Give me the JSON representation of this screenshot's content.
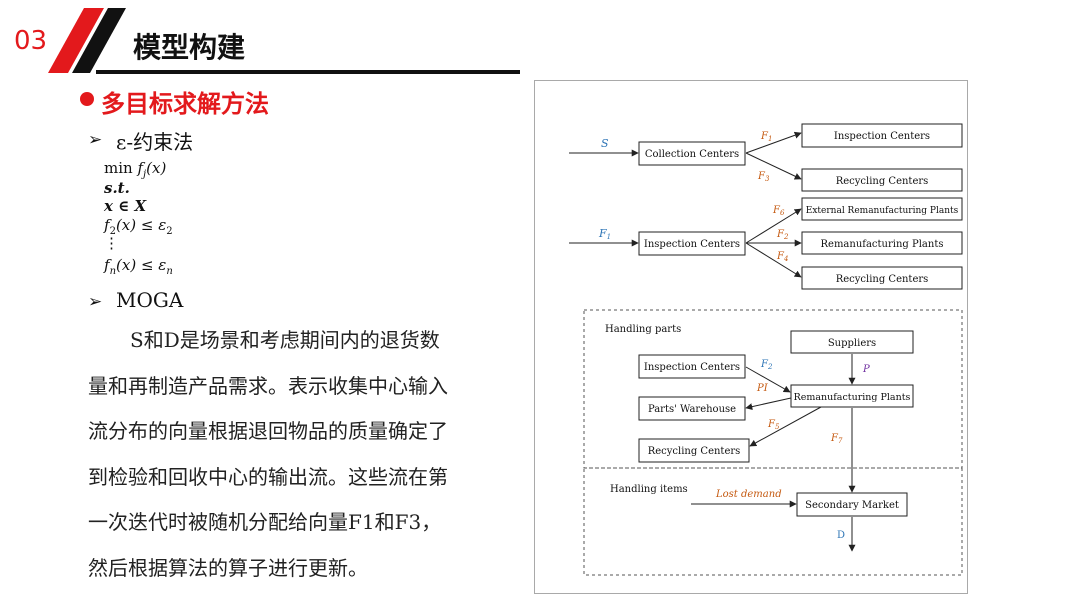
{
  "header": {
    "section_number": "03",
    "title": "模型构建"
  },
  "section": {
    "heading": "多目标求解方法"
  },
  "method1": {
    "label": "ε-约束法",
    "formula": {
      "objective": "min",
      "constraint_label": "s.t.",
      "x_in_X": "x ∈ X",
      "ellipsis": "⋮"
    }
  },
  "method2": {
    "label": "MOGA"
  },
  "paragraph": {
    "lines": [
      "S和D是场景和考虑期间内的退货数",
      "量和再制造产品需求。表示收集中心输入",
      "流分布的向量根据退回物品的质量确定了",
      "到检验和回收中心的输出流。这些流在第",
      "一次迭代时被随机分配给向量F1和F3，",
      "然后根据算法的算子进行更新。"
    ]
  },
  "diagram": {
    "nodes": {
      "collection_centers": "Collection Centers",
      "inspection_centers_top": "Inspection Centers",
      "recycling_centers_top": "Recycling Centers",
      "inspection_centers_mid": "Inspection Centers",
      "external_reman": "External Remanufacturing Plants",
      "reman_plants_mid": "Remanufacturing Plants",
      "recycling_centers_mid": "Recycling Centers",
      "suppliers": "Suppliers",
      "inspection_centers_low": "Inspection Centers",
      "reman_plants_low": "Remanufacturing Plants",
      "parts_warehouse": "Parts' Warehouse",
      "recycling_centers_low": "Recycling Centers",
      "secondary_market": "Secondary Market"
    },
    "groups": {
      "handling_parts": "Handling parts",
      "handling_items": "Handling items"
    },
    "flow_labels": {
      "S": "S",
      "F1_in": "F",
      "F1_top": "F",
      "F3_top": "F",
      "F6": "F",
      "F2": "F",
      "F4": "F",
      "F2_low": "F",
      "P": "P",
      "PI": "PI",
      "F5": "F",
      "F7": "F",
      "lost_demand": "Lost demand",
      "D": "D"
    },
    "flow_subscripts": {
      "F1_in": "1",
      "F1_top": "1",
      "F3_top": "3",
      "F6": "6",
      "F2": "2",
      "F4": "4",
      "F2_low": "2",
      "F5": "5",
      "F7": "7"
    },
    "colors": {
      "blue": "#2e75b6",
      "orange": "#c55a11",
      "accent_red": "#e3191c"
    }
  }
}
